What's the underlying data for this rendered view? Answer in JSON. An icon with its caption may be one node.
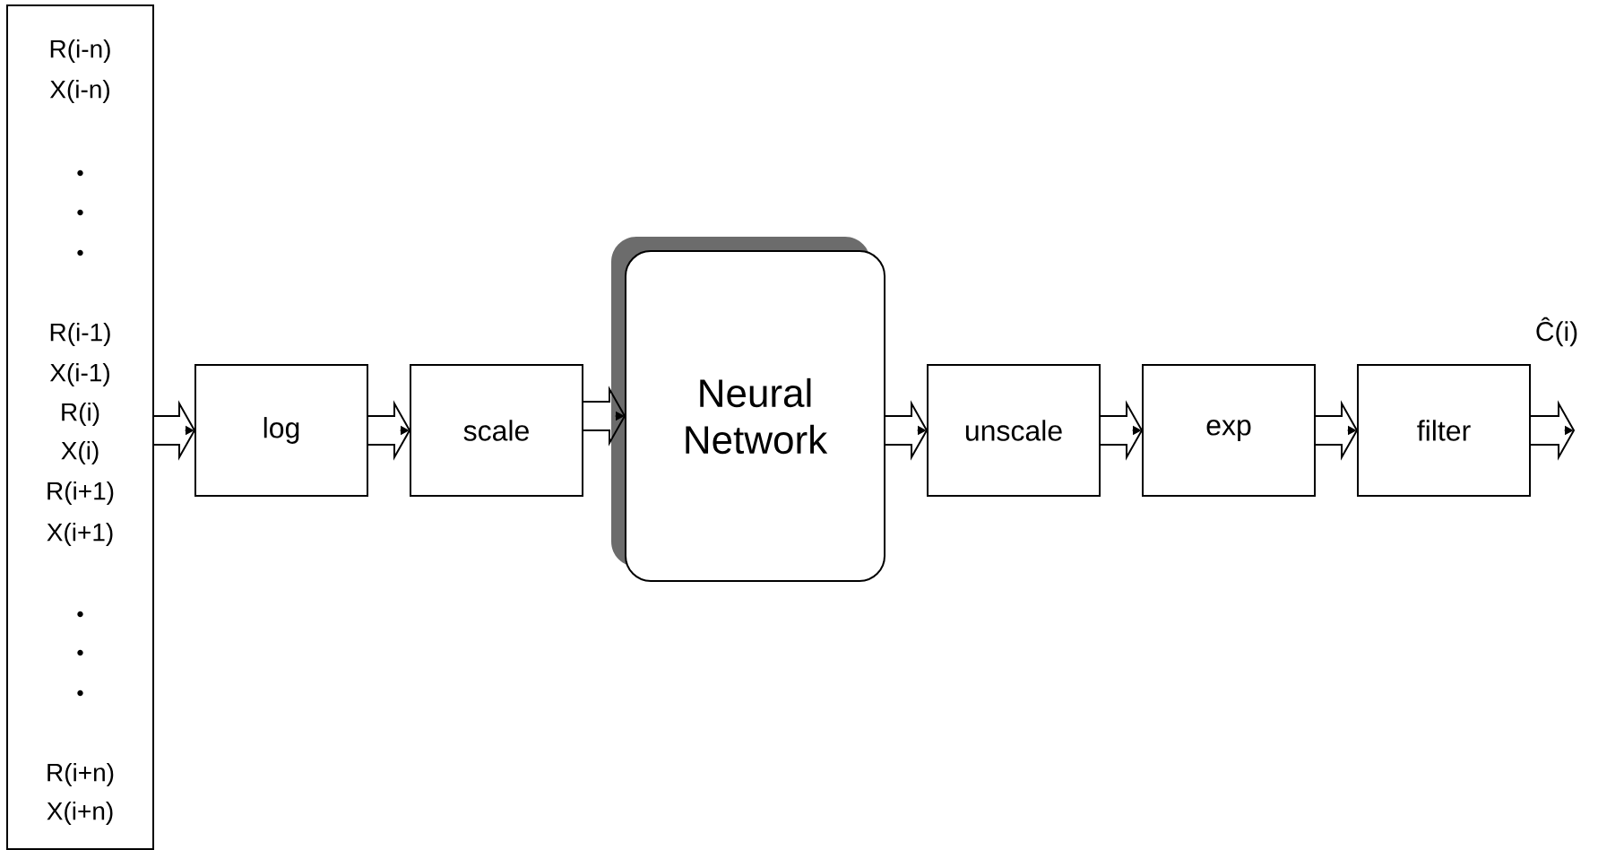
{
  "diagram": {
    "nodes": [
      {
        "text": [
          "R(i-n)",
          "X(i-n)",
          "R(i-1)",
          "X(i-1)",
          "R(i)",
          "X(i)",
          "R(i+1)",
          "X(i+1)",
          "R(i+n)",
          "X(i+n)"
        ]
      },
      {
        "text": [
          "log"
        ]
      },
      {
        "text": [
          "scale"
        ]
      },
      {
        "text": [
          "Neural Network"
        ]
      },
      {
        "text": [
          "unscale"
        ]
      },
      {
        "text": [
          "exp"
        ]
      },
      {
        "text": [
          "filter"
        ]
      }
    ],
    "edges": [
      {
        "from": 0,
        "to": 1,
        "arrow": "to"
      },
      {
        "from": 1,
        "to": 2,
        "arrow": "to"
      },
      {
        "from": 2,
        "to": 3,
        "arrow": "to"
      },
      {
        "from": 3,
        "to": 4,
        "arrow": "to"
      },
      {
        "from": 4,
        "to": 5,
        "arrow": "to"
      },
      {
        "from": 5,
        "to": 6,
        "arrow": "to"
      },
      {
        "from": 6,
        "to": null,
        "arrow": "to"
      }
    ],
    "labels": [
      "Ĉ(i)"
    ]
  }
}
